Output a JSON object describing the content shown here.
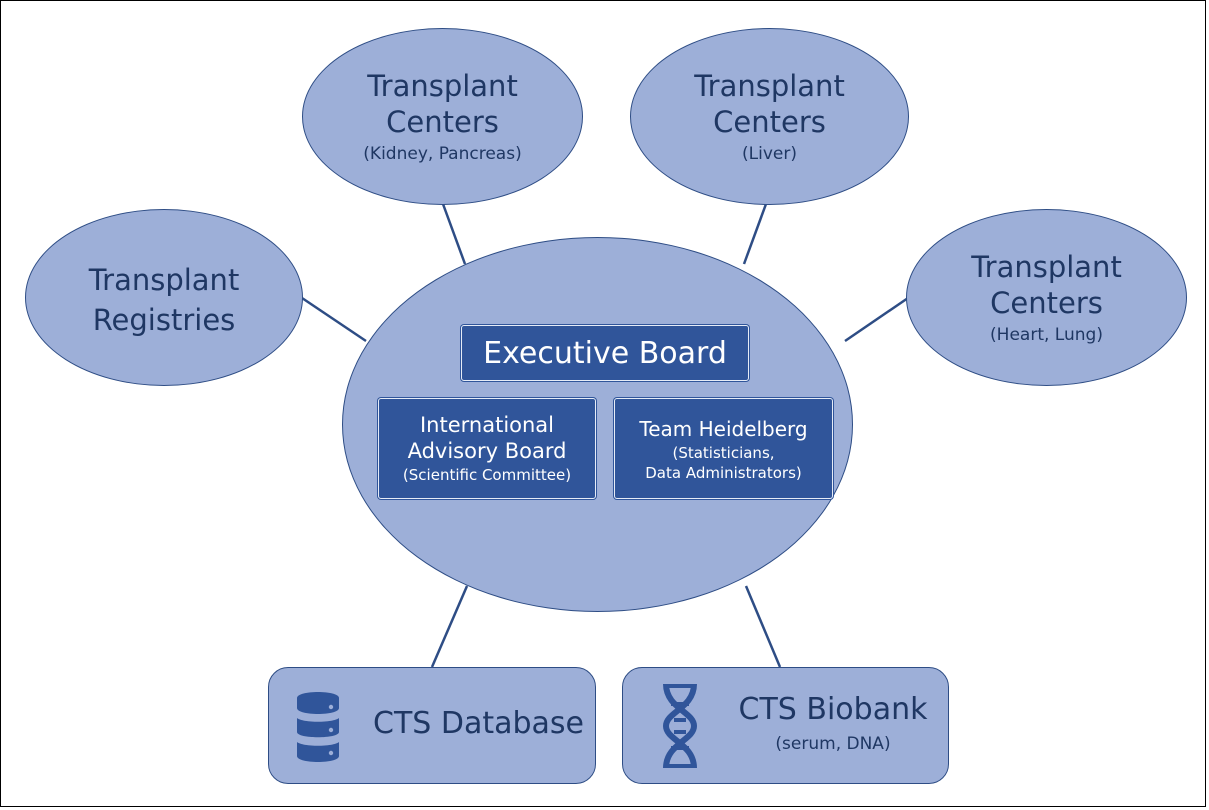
{
  "diagram": {
    "colors": {
      "node_fill": "#9dafd8",
      "node_stroke": "#2e4d85",
      "text_dark": "#1f3763",
      "box_fill": "#30559a",
      "box_text": "#ffffff"
    },
    "satellites": [
      {
        "id": "kidney",
        "title_line1": "Transplant",
        "title_line2": "Centers",
        "subtitle": "(Kidney, Pancreas)"
      },
      {
        "id": "liver",
        "title_line1": "Transplant",
        "title_line2": "Centers",
        "subtitle": "(Liver)"
      },
      {
        "id": "registries",
        "title_line1": "Transplant",
        "title_line2": "Registries"
      },
      {
        "id": "heart-lung",
        "title_line1": "Transplant",
        "title_line2": "Centers",
        "subtitle": "(Heart, Lung)"
      }
    ],
    "center": {
      "executive_board": "Executive Board",
      "advisory_board": {
        "line1": "International",
        "line2": "Advisory Board",
        "subtitle": "(Scientific Committee)"
      },
      "team": {
        "line1": "Team Heidelberg",
        "subtitle1": "(Statisticians,",
        "subtitle2": "Data Administrators)"
      }
    },
    "resources": [
      {
        "id": "database",
        "icon": "database-icon",
        "title": "CTS Database"
      },
      {
        "id": "biobank",
        "icon": "dna-icon",
        "title": "CTS Biobank",
        "subtitle": "(serum, DNA)"
      }
    ]
  }
}
